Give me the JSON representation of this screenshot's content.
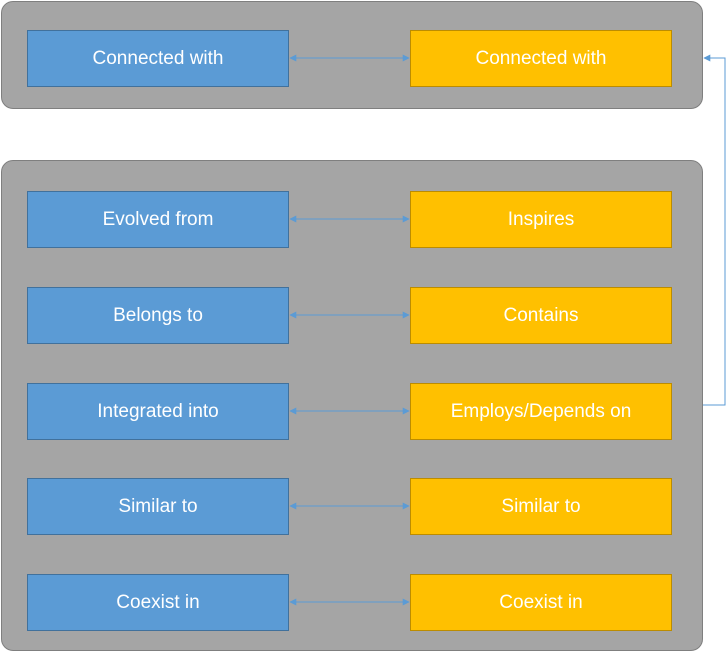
{
  "colors": {
    "panel": "#a5a5a5",
    "left_box": "#5b9bd5",
    "right_box": "#ffc000",
    "connector": "#5b9bd5",
    "text": "#ffffff"
  },
  "top_group": {
    "pair": {
      "left": "Connected with",
      "right": "Connected with"
    }
  },
  "bottom_group": {
    "pairs": [
      {
        "left": "Evolved from",
        "right": "Inspires"
      },
      {
        "left": "Belongs to",
        "right": "Contains"
      },
      {
        "left": "Integrated into",
        "right": "Employs/Depends on"
      },
      {
        "left": "Similar to",
        "right": "Similar to"
      },
      {
        "left": "Coexist in",
        "right": "Coexist in"
      }
    ]
  }
}
